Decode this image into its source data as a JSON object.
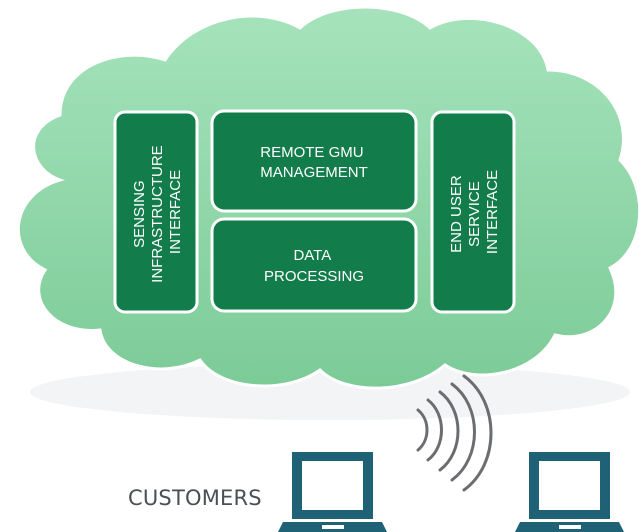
{
  "diagram": {
    "colors": {
      "cloud_fill": "#8fd6a7",
      "box_fill": "#127c4a",
      "box_border": "#ffffff",
      "icon_fill": "#1f6275",
      "signal_stroke": "#6b6d70",
      "label_text": "#4a4f55"
    },
    "modules": {
      "sensing_interface": {
        "lines": [
          "SENSING",
          "INFRASTRUCTURE",
          "INTERFACE"
        ]
      },
      "remote_gmu": {
        "lines": [
          "REMOTE GMU",
          "MANAGEMENT"
        ]
      },
      "data_processing": {
        "lines": [
          "DATA",
          "PROCESSING"
        ]
      },
      "end_user_interface": {
        "lines": [
          "END USER",
          "SERVICE",
          "INTERFACE"
        ]
      }
    },
    "customers_label": "CUSTOMERS",
    "icons": [
      "laptop-icon",
      "wireless-signal-icon",
      "laptop-icon"
    ]
  }
}
